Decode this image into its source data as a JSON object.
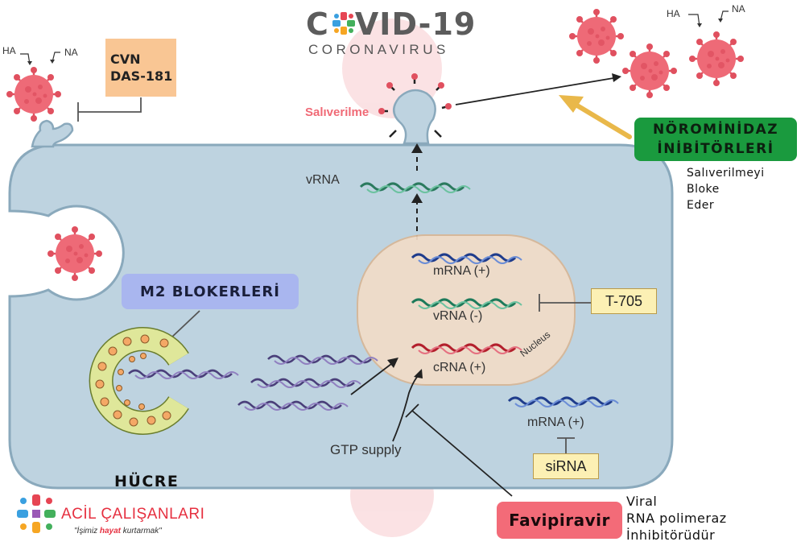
{
  "header": {
    "title_pre": "C",
    "title_post": "VID-19",
    "subtitle": "CORONAVIRUS"
  },
  "labels": {
    "ha_left": "HA",
    "na_left": "NA",
    "ha_right": "HA",
    "na_right": "NA",
    "release": "Salıverilme",
    "vrna_top": "vRNA",
    "mrna_nucleus": "mRNA (+)",
    "vrna_neg": "vRNA (-)",
    "crna": "cRNA (+)",
    "nucleus": "Nucleus",
    "gtp": "GTP supply",
    "mrna_cyto": "mRNA (+)",
    "cell": "HÜCRE"
  },
  "boxes": {
    "cvn_line1": "CVN",
    "cvn_line2": "DAS-181",
    "m2": "M2 BLOKERLERİ",
    "t705": "T-705",
    "sirna": "siRNA",
    "noro_line1": "NÖROMİNİDAZ",
    "noro_line2": "İNİBİTÖRLERİ",
    "favi": "Favipiravir"
  },
  "notes": {
    "noro_1": "Salıverilmeyi",
    "noro_2": "Bloke",
    "noro_3": "Eder",
    "favi_1": "Viral",
    "favi_2": "RNA polimeraz",
    "favi_3": "İnhibitörüdür"
  },
  "logo": {
    "name": "ACİL ÇALIŞANLARI",
    "slogan_pre": "\"İşimiz ",
    "slogan_bold": "hayat",
    "slogan_post": " kurtarmak\""
  },
  "colors": {
    "cell_fill": "#bed3e0",
    "cell_stroke": "#8aa9bc",
    "nucleus_fill": "#f1dcc8",
    "virus": "#ec5e6c",
    "virus_dark": "#d94556",
    "noro_green": "#1a9a3e",
    "favi_pink": "#f36b78",
    "m2_blue": "#a9b6ef",
    "cvn_orange": "#f9c694",
    "yellow_box": "#fcf0b4",
    "arrow_gold": "#e9b84a"
  }
}
